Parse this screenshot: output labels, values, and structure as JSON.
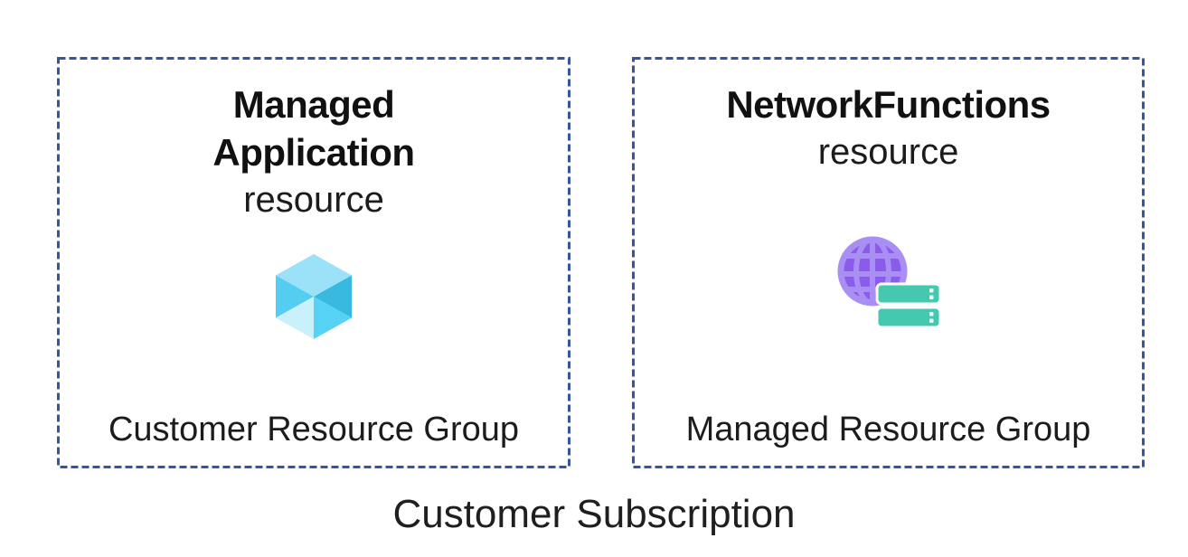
{
  "subscription": {
    "label": "Customer Subscription"
  },
  "left_group": {
    "title_line1": "Managed",
    "title_line2": "Application",
    "title_sub": "resource",
    "group_label": "Customer Resource Group",
    "icon": "cube-icon"
  },
  "right_group": {
    "title_line1": "NetworkFunctions",
    "title_sub": "resource",
    "group_label": "Managed Resource Group",
    "icon": "globe-servers-icon"
  },
  "colors": {
    "border_dash": "#35559E",
    "title_text": "#111111",
    "body_text": "#1C1C1C",
    "cube_top": "#9BE2F9",
    "cube_left": "#55CCF1",
    "cube_right": "#38BAE0",
    "cube_bottom_left": "#C8F1FC",
    "cube_bottom_right": "#55D2F4",
    "globe_dark": "#8A5CE9",
    "globe_light": "#A98FF3",
    "server_teal": "#44C8B0",
    "server_edge": "#FFFFFF",
    "server_dot": "#E9FBF7"
  }
}
